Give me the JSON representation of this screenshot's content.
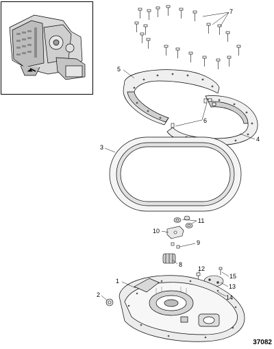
{
  "figure_number": "37082",
  "callouts": [
    {
      "id": "c1",
      "text": "1"
    },
    {
      "id": "c2",
      "text": "2"
    },
    {
      "id": "c3",
      "text": "3"
    },
    {
      "id": "c4",
      "text": "4"
    },
    {
      "id": "c5",
      "text": "5"
    },
    {
      "id": "c6",
      "text": "6"
    },
    {
      "id": "c7",
      "text": "7"
    },
    {
      "id": "c8",
      "text": "8"
    },
    {
      "id": "c9",
      "text": "9"
    },
    {
      "id": "c10",
      "text": "10"
    },
    {
      "id": "c11",
      "text": "11"
    },
    {
      "id": "c12",
      "text": "12"
    },
    {
      "id": "c13",
      "text": "13"
    },
    {
      "id": "c14",
      "text": "14"
    },
    {
      "id": "c15",
      "text": "15"
    }
  ]
}
